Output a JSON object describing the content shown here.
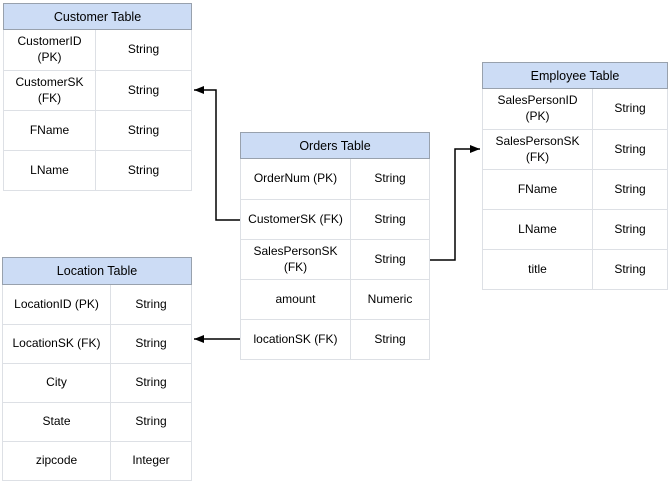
{
  "diagram": {
    "tables": {
      "customer": {
        "title": "Customer Table",
        "rows": [
          {
            "field": "CustomerID (PK)",
            "type": "String"
          },
          {
            "field": "CustomerSK\n(FK)",
            "type": "String"
          },
          {
            "field": "FName",
            "type": "String"
          },
          {
            "field": "LName",
            "type": "String"
          }
        ]
      },
      "orders": {
        "title": "Orders Table",
        "rows": [
          {
            "field": "OrderNum (PK)",
            "type": "String"
          },
          {
            "field": "CustomerSK (FK)",
            "type": "String"
          },
          {
            "field": "SalesPersonSK\n(FK)",
            "type": "String"
          },
          {
            "field": "amount",
            "type": "Numeric"
          },
          {
            "field": "locationSK (FK)",
            "type": "String"
          }
        ]
      },
      "employee": {
        "title": "Employee Table",
        "rows": [
          {
            "field": "SalesPersonID (PK)",
            "type": "String"
          },
          {
            "field": "SalesPersonSK\n(FK)",
            "type": "String"
          },
          {
            "field": "FName",
            "type": "String"
          },
          {
            "field": "LName",
            "type": "String"
          },
          {
            "field": "title",
            "type": "String"
          }
        ]
      },
      "location": {
        "title": "Location Table",
        "rows": [
          {
            "field": "LocationID (PK)",
            "type": "String"
          },
          {
            "field": "LocationSK (FK)",
            "type": "String"
          },
          {
            "field": "City",
            "type": "String"
          },
          {
            "field": "State",
            "type": "String"
          },
          {
            "field": "zipcode",
            "type": "Integer"
          }
        ]
      }
    },
    "relationships": [
      {
        "from": "Orders Table.CustomerSK (FK)",
        "to": "Customer Table.CustomerSK (FK)"
      },
      {
        "from": "Orders Table.SalesPersonSK (FK)",
        "to": "Employee Table.SalesPersonSK (FK)"
      },
      {
        "from": "Orders Table.locationSK (FK)",
        "to": "Location Table.LocationSK (FK)"
      }
    ],
    "colors": {
      "header_fill": "#ccdcf5",
      "header_border": "#98a1ad",
      "body_border": "#dde0e5",
      "connector": "#000000"
    }
  }
}
